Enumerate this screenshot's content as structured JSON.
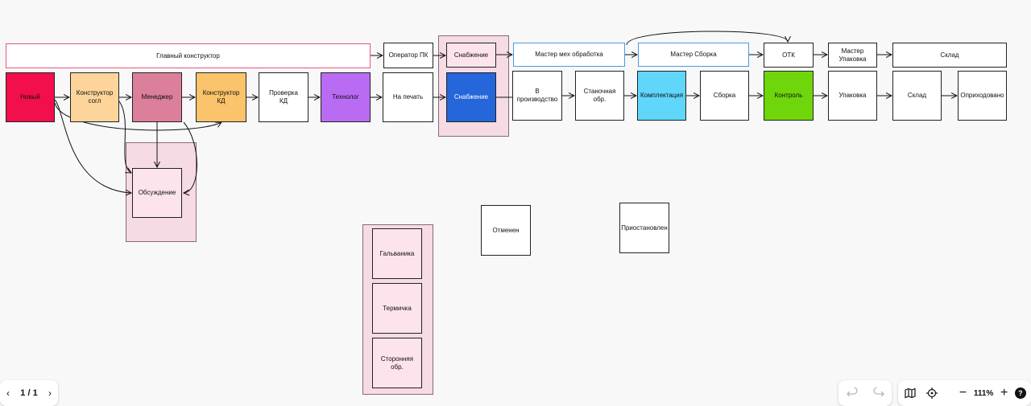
{
  "diagram": {
    "nodes": {
      "glavny": "Главный конструктор",
      "operator": "Оператор ПК",
      "snab_top": "Снабжение",
      "master_mech": "Мастер мех обработка",
      "master_sborka": "Мастер Сборка",
      "otk": "ОТК",
      "master_upak": "Мастер Упаковка",
      "sklad_top": "Склад",
      "novy": "Новый",
      "konstr_sogl": "Конструктор согл",
      "menedzher": "Менеджер",
      "konstr_kd": "Конструктор КД",
      "proverka_kd": "Проверка КД",
      "tehnolog": "Технолог",
      "na_pechat": "На печать",
      "snab_main": "Снабжение",
      "v_proizv": "В производство",
      "stanochnaya": "Станочная обр.",
      "komplekt": "Комплектация",
      "sborka": "Сборка",
      "kontrol": "Контроль",
      "upakovka": "Упаковка",
      "sklad": "Склад",
      "oprihod": "Оприходовано",
      "obsuzhdenie": "Обсуждение",
      "otmenen": "Отменен",
      "priostanovlen": "Приостановлен",
      "galvanika": "Гальваника",
      "termichka": "Термичка",
      "storonnyaya": "Сторонняя обр."
    },
    "colors": {
      "novy": "#f20f4b",
      "konstr_sogl": "#fdd59a",
      "menedzher": "#dc7f9a",
      "konstr_kd": "#fbc36b",
      "tehnolog": "#b96cf3",
      "snab_main": "#2566da",
      "komplekt": "#5fd6fa",
      "kontrol": "#6fd60c",
      "group_fill": "#f6dbe4",
      "pink_border": "#e8567e",
      "blue_border": "#4a9ae0"
    }
  },
  "bottom_bar": {
    "page_indicator": "1 / 1",
    "zoom": "111%",
    "help": "?"
  }
}
